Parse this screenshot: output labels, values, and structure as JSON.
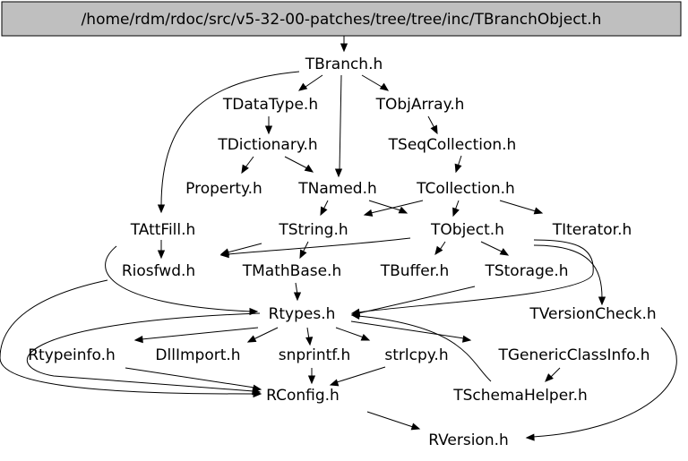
{
  "diagram": {
    "root": {
      "id": "root",
      "label": "/home/rdm/rdoc/src/v5-32-00-patches/tree/tree/inc/TBranchObject.h"
    },
    "nodes": [
      {
        "id": "tbranch",
        "label": "TBranch.h"
      },
      {
        "id": "tdatatype",
        "label": "TDataType.h"
      },
      {
        "id": "tobjarray",
        "label": "TObjArray.h"
      },
      {
        "id": "tdictionary",
        "label": "TDictionary.h"
      },
      {
        "id": "tseqcollection",
        "label": "TSeqCollection.h"
      },
      {
        "id": "property",
        "label": "Property.h"
      },
      {
        "id": "tnamed",
        "label": "TNamed.h"
      },
      {
        "id": "tcollection",
        "label": "TCollection.h"
      },
      {
        "id": "tattfill",
        "label": "TAttFill.h"
      },
      {
        "id": "tstring",
        "label": "TString.h"
      },
      {
        "id": "tobject",
        "label": "TObject.h"
      },
      {
        "id": "titerator",
        "label": "TIterator.h"
      },
      {
        "id": "riosfwd",
        "label": "Riosfwd.h"
      },
      {
        "id": "tmathbase",
        "label": "TMathBase.h"
      },
      {
        "id": "tbuffer",
        "label": "TBuffer.h"
      },
      {
        "id": "tstorage",
        "label": "TStorage.h"
      },
      {
        "id": "rtypes",
        "label": "Rtypes.h"
      },
      {
        "id": "tversioncheck",
        "label": "TVersionCheck.h"
      },
      {
        "id": "rtypeinfo",
        "label": "Rtypeinfo.h"
      },
      {
        "id": "dllimport",
        "label": "DllImport.h"
      },
      {
        "id": "snprintf",
        "label": "snprintf.h"
      },
      {
        "id": "strlcpy",
        "label": "strlcpy.h"
      },
      {
        "id": "tgenericclassinfo",
        "label": "TGenericClassInfo.h"
      },
      {
        "id": "rconfig",
        "label": "RConfig.h"
      },
      {
        "id": "tschemahelper",
        "label": "TSchemaHelper.h"
      },
      {
        "id": "rversion",
        "label": "RVersion.h"
      }
    ],
    "edges": [
      {
        "from": "root",
        "to": "tbranch"
      },
      {
        "from": "tbranch",
        "to": "tdatatype"
      },
      {
        "from": "tbranch",
        "to": "tobjarray"
      },
      {
        "from": "tbranch",
        "to": "tnamed"
      },
      {
        "from": "tbranch",
        "to": "tattfill"
      },
      {
        "from": "tdatatype",
        "to": "tdictionary"
      },
      {
        "from": "tdictionary",
        "to": "property"
      },
      {
        "from": "tdictionary",
        "to": "tnamed"
      },
      {
        "from": "tobjarray",
        "to": "tseqcollection"
      },
      {
        "from": "tseqcollection",
        "to": "tcollection"
      },
      {
        "from": "tnamed",
        "to": "tobject"
      },
      {
        "from": "tnamed",
        "to": "tstring"
      },
      {
        "from": "tcollection",
        "to": "tobject"
      },
      {
        "from": "tcollection",
        "to": "tstring"
      },
      {
        "from": "tcollection",
        "to": "titerator"
      },
      {
        "from": "tattfill",
        "to": "riosfwd"
      },
      {
        "from": "tattfill",
        "to": "rtypes"
      },
      {
        "from": "tstring",
        "to": "riosfwd"
      },
      {
        "from": "tstring",
        "to": "tmathbase"
      },
      {
        "from": "tobject",
        "to": "riosfwd"
      },
      {
        "from": "tobject",
        "to": "tbuffer"
      },
      {
        "from": "tobject",
        "to": "tstorage"
      },
      {
        "from": "tobject",
        "to": "rtypes"
      },
      {
        "from": "tobject",
        "to": "tversioncheck"
      },
      {
        "from": "riosfwd",
        "to": "rconfig"
      },
      {
        "from": "tmathbase",
        "to": "rtypes"
      },
      {
        "from": "tstorage",
        "to": "rtypes"
      },
      {
        "from": "rtypes",
        "to": "rtypeinfo"
      },
      {
        "from": "rtypes",
        "to": "dllimport"
      },
      {
        "from": "rtypes",
        "to": "snprintf"
      },
      {
        "from": "rtypes",
        "to": "strlcpy"
      },
      {
        "from": "rtypes",
        "to": "tgenericclassinfo"
      },
      {
        "from": "rtypes",
        "to": "rconfig"
      },
      {
        "from": "snprintf",
        "to": "rconfig"
      },
      {
        "from": "strlcpy",
        "to": "rconfig"
      },
      {
        "from": "rtypeinfo",
        "to": "rconfig"
      },
      {
        "from": "tgenericclassinfo",
        "to": "tschemahelper"
      },
      {
        "from": "tschemahelper",
        "to": "rtypes"
      },
      {
        "from": "tversioncheck",
        "to": "rversion"
      },
      {
        "from": "rconfig",
        "to": "rversion"
      }
    ]
  }
}
